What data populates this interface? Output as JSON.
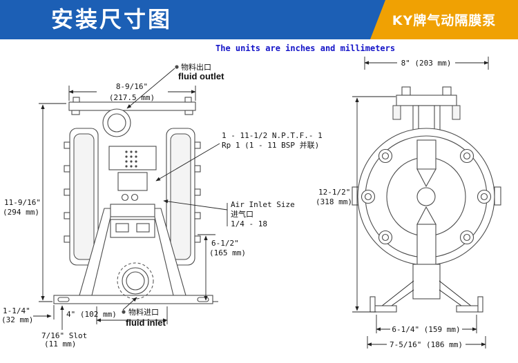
{
  "header": {
    "title": "安装尺寸图",
    "brand": "KY牌气动隔膜泵"
  },
  "note": "The units are inches and millimeters",
  "front": {
    "outlet_cn": "物料出口",
    "outlet_en": "fluid outlet",
    "dim_width_in": "8-9/16\"",
    "dim_width_mm": "(217.5 mm)",
    "npt1": "1 - 11-1/2 N.P.T.F.- 1",
    "npt2": "Rp 1 (1 - 11 BSP 并联)",
    "dim_height_in": "11-9/16\"",
    "dim_height_mm": "(294 mm)",
    "air1": "Air Inlet Size",
    "air2": "进气口",
    "air3": "1/4 - 18",
    "dim_right_in": "6-1/2\"",
    "dim_right_mm": "(165 mm)",
    "dim_edge_in": "1-1/4\"",
    "dim_edge_mm": "(32 mm)",
    "dim_feet": "4\" (102 mm)",
    "inlet_cn": "物料进口",
    "inlet_en": "fluid inlet",
    "slot1": "7/16\" Slot",
    "slot2": "(11 mm)"
  },
  "side": {
    "dim_width": "8\" (203 mm)",
    "dim_height_in": "12-1/2\"",
    "dim_height_mm": "(318 mm)",
    "dim_feet_inner": "6-1/4\" (159 mm)",
    "dim_feet_outer": "7-5/16\" (186 mm)"
  }
}
